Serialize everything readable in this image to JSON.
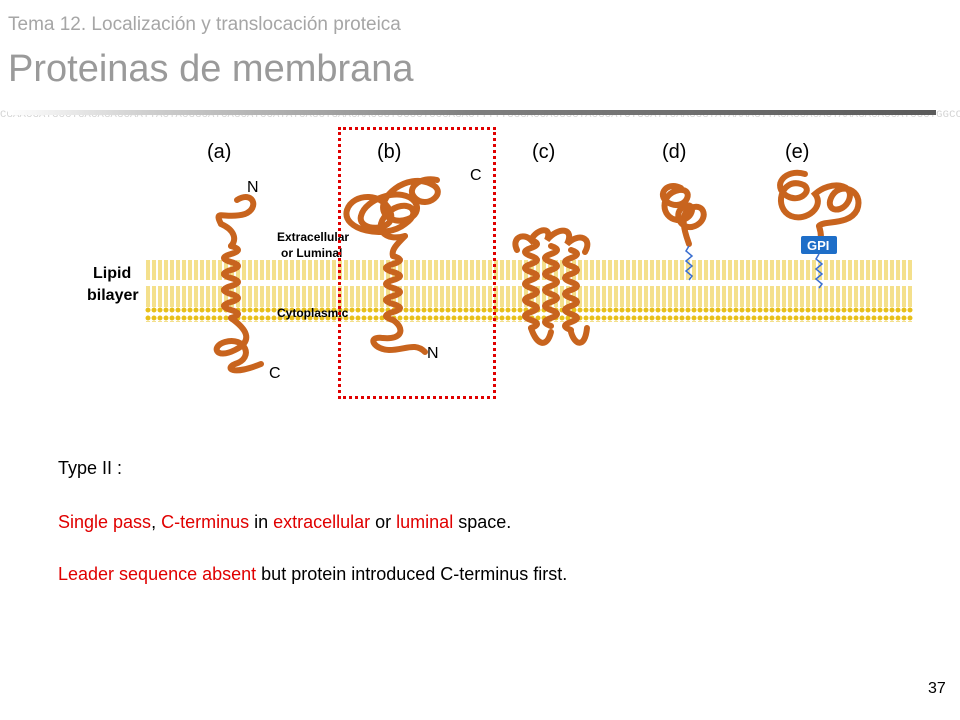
{
  "header": {
    "subtitle": "Tema 12. Localización y translocación proteica",
    "title": "Proteinas de membrana"
  },
  "figure": {
    "panels": [
      {
        "label": "(a)",
        "n_label": "N",
        "c_label": "C"
      },
      {
        "label": "(b)",
        "n_label": "N",
        "c_label": "C"
      },
      {
        "label": "(c)"
      },
      {
        "label": "(d)"
      },
      {
        "label": "(e)",
        "anchor_label": "GPI"
      }
    ],
    "lipid_label_1": "Lipid",
    "lipid_label_2": "bilayer",
    "extracellular_label_1": "Extracellular",
    "extracellular_label_2": "or Luminal",
    "cytoplasmic_label": "Cytoplasmic",
    "highlight_color": "#e00000",
    "protein_color": "#c8641e",
    "lipid_color": "#e8c01a"
  },
  "body": {
    "type_label": "Type II :",
    "line1": {
      "p1": "Single pass",
      "p2": ", ",
      "p3": "C-terminus",
      "p4": " in ",
      "p5": "extracellular",
      "p6": " or ",
      "p7": "luminal",
      "p8": " space."
    },
    "line2": {
      "p1": "Leader sequence absent",
      "p2": " but protein introduced C-terminus first."
    }
  },
  "footer": {
    "page_number": "37"
  }
}
